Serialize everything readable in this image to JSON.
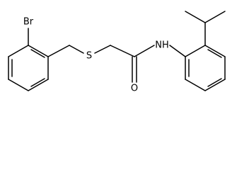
{
  "molecule": {
    "atoms": {
      "bromine": "Br",
      "sulfur": "S",
      "nitrogen_hydrogen": "NH",
      "oxygen": "O"
    }
  }
}
